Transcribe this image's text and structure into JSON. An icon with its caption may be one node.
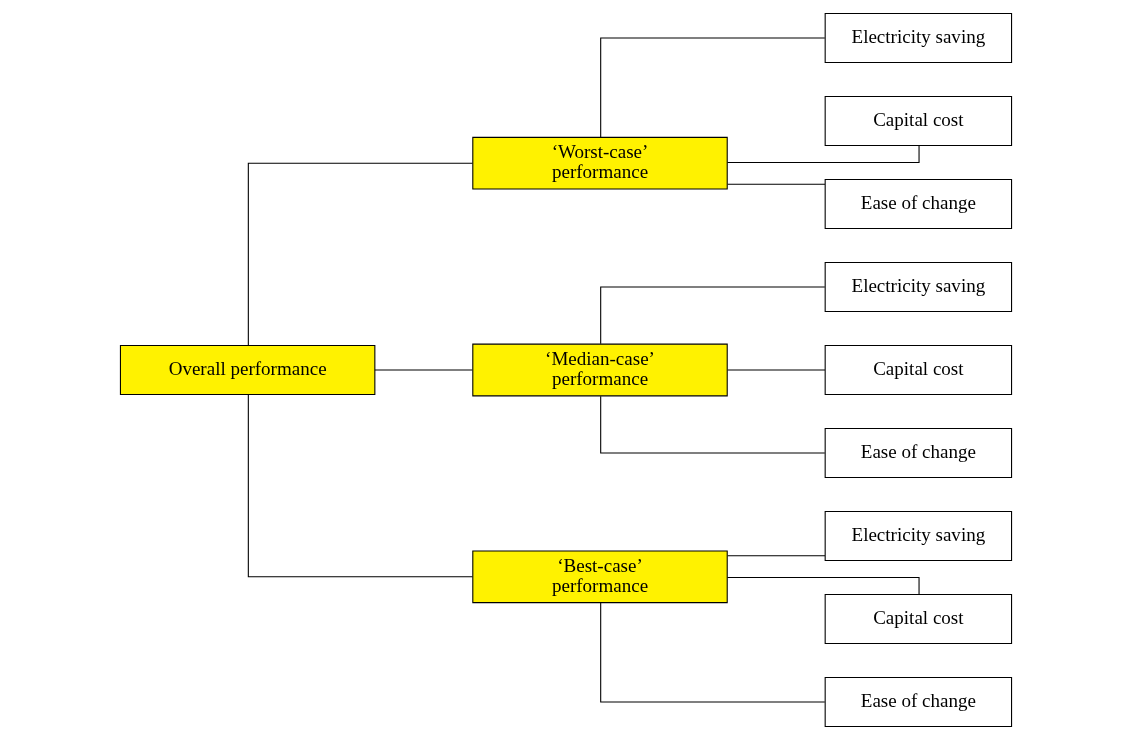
{
  "diagram": {
    "nodes": [
      {
        "text": [
          "Overall performance"
        ]
      },
      {
        "text": [
          "‘Worst-case’ performance"
        ]
      },
      {
        "text": [
          "Electricity saving"
        ]
      },
      {
        "text": [
          "Capital cost"
        ]
      },
      {
        "text": [
          "Ease of change"
        ]
      },
      {
        "text": [
          "‘Median-case’ performance"
        ]
      },
      {
        "text": [
          "Electricity saving"
        ]
      },
      {
        "text": [
          "Capital cost"
        ]
      },
      {
        "text": [
          "Ease of change"
        ]
      },
      {
        "text": [
          "‘Best-case’ performance"
        ]
      },
      {
        "text": [
          "Electricity saving"
        ]
      },
      {
        "text": [
          "Capital cost"
        ]
      },
      {
        "text": [
          "Ease of change"
        ]
      }
    ],
    "edges": [
      {
        "from": 0,
        "to": 1,
        "arrow": "none"
      },
      {
        "from": 0,
        "to": 5,
        "arrow": "none"
      },
      {
        "from": 0,
        "to": 9,
        "arrow": "none"
      },
      {
        "from": 1,
        "to": 2,
        "arrow": "none"
      },
      {
        "from": 1,
        "to": 3,
        "arrow": "none"
      },
      {
        "from": 1,
        "to": 4,
        "arrow": "none"
      },
      {
        "from": 5,
        "to": 6,
        "arrow": "none"
      },
      {
        "from": 5,
        "to": 7,
        "arrow": "none"
      },
      {
        "from": 5,
        "to": 8,
        "arrow": "none"
      },
      {
        "from": 9,
        "to": 10,
        "arrow": "none"
      },
      {
        "from": 9,
        "to": 11,
        "arrow": "none"
      },
      {
        "from": 9,
        "to": 12,
        "arrow": "none"
      }
    ]
  }
}
